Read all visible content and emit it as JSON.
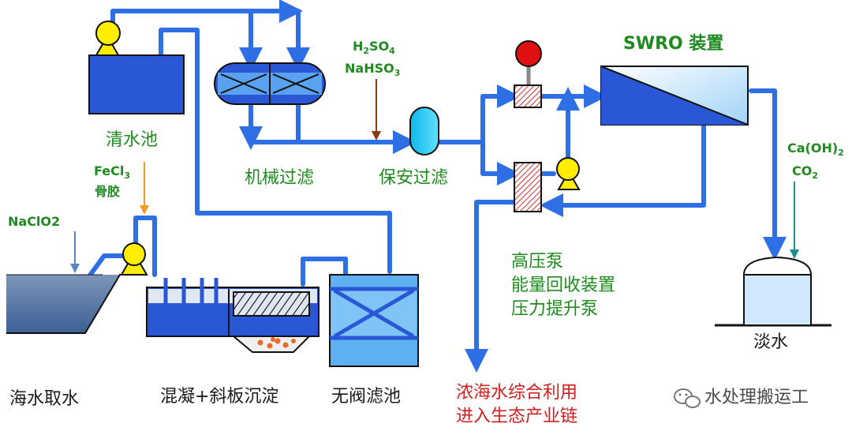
{
  "labels": {
    "clear_water_pool": "清水池",
    "mechanical_filter": "机械过滤",
    "security_filter": "保安过滤",
    "swro_device": "SWRO 装置",
    "intake": "海水取水",
    "coagulation": "混凝+斜板沉淀",
    "valveless_filter": "无阀滤池",
    "fresh_water": "淡水",
    "pump_list": [
      "高压泵",
      "能量回收装置",
      "压力提升泵"
    ],
    "brine_line1": "浓海水综合利用",
    "brine_line2": "进入生态产业链",
    "watermark": "水处理搬运工"
  },
  "chemicals": {
    "acid_line1_base": "H",
    "acid_line1_sub1": "2",
    "acid_line1_mid": "SO",
    "acid_line1_sub2": "4",
    "acid_line2_base": "NaHSO",
    "acid_line2_sub": "3",
    "fecl_base": "FeCl",
    "fecl_sub": "3",
    "gelatin": "骨胶",
    "naclo": "NaClO2",
    "caoh_base": "Ca(OH)",
    "caoh_sub": "2",
    "co2_base": "CO",
    "co2_sub": "2"
  },
  "colors": {
    "pipe": "#2f6fe6",
    "tank_blue": "#2a57d6",
    "light_blue": "#cfe9fb",
    "pump_yellow": "#ffee00",
    "red_gauge": "#e01010",
    "label_green": "#1f8b1f",
    "label_red": "#d21e1e",
    "dosing_orange": "#f59a23",
    "dosing_brown": "#8b3a14",
    "dosing_teal": "#1f8f8f"
  }
}
